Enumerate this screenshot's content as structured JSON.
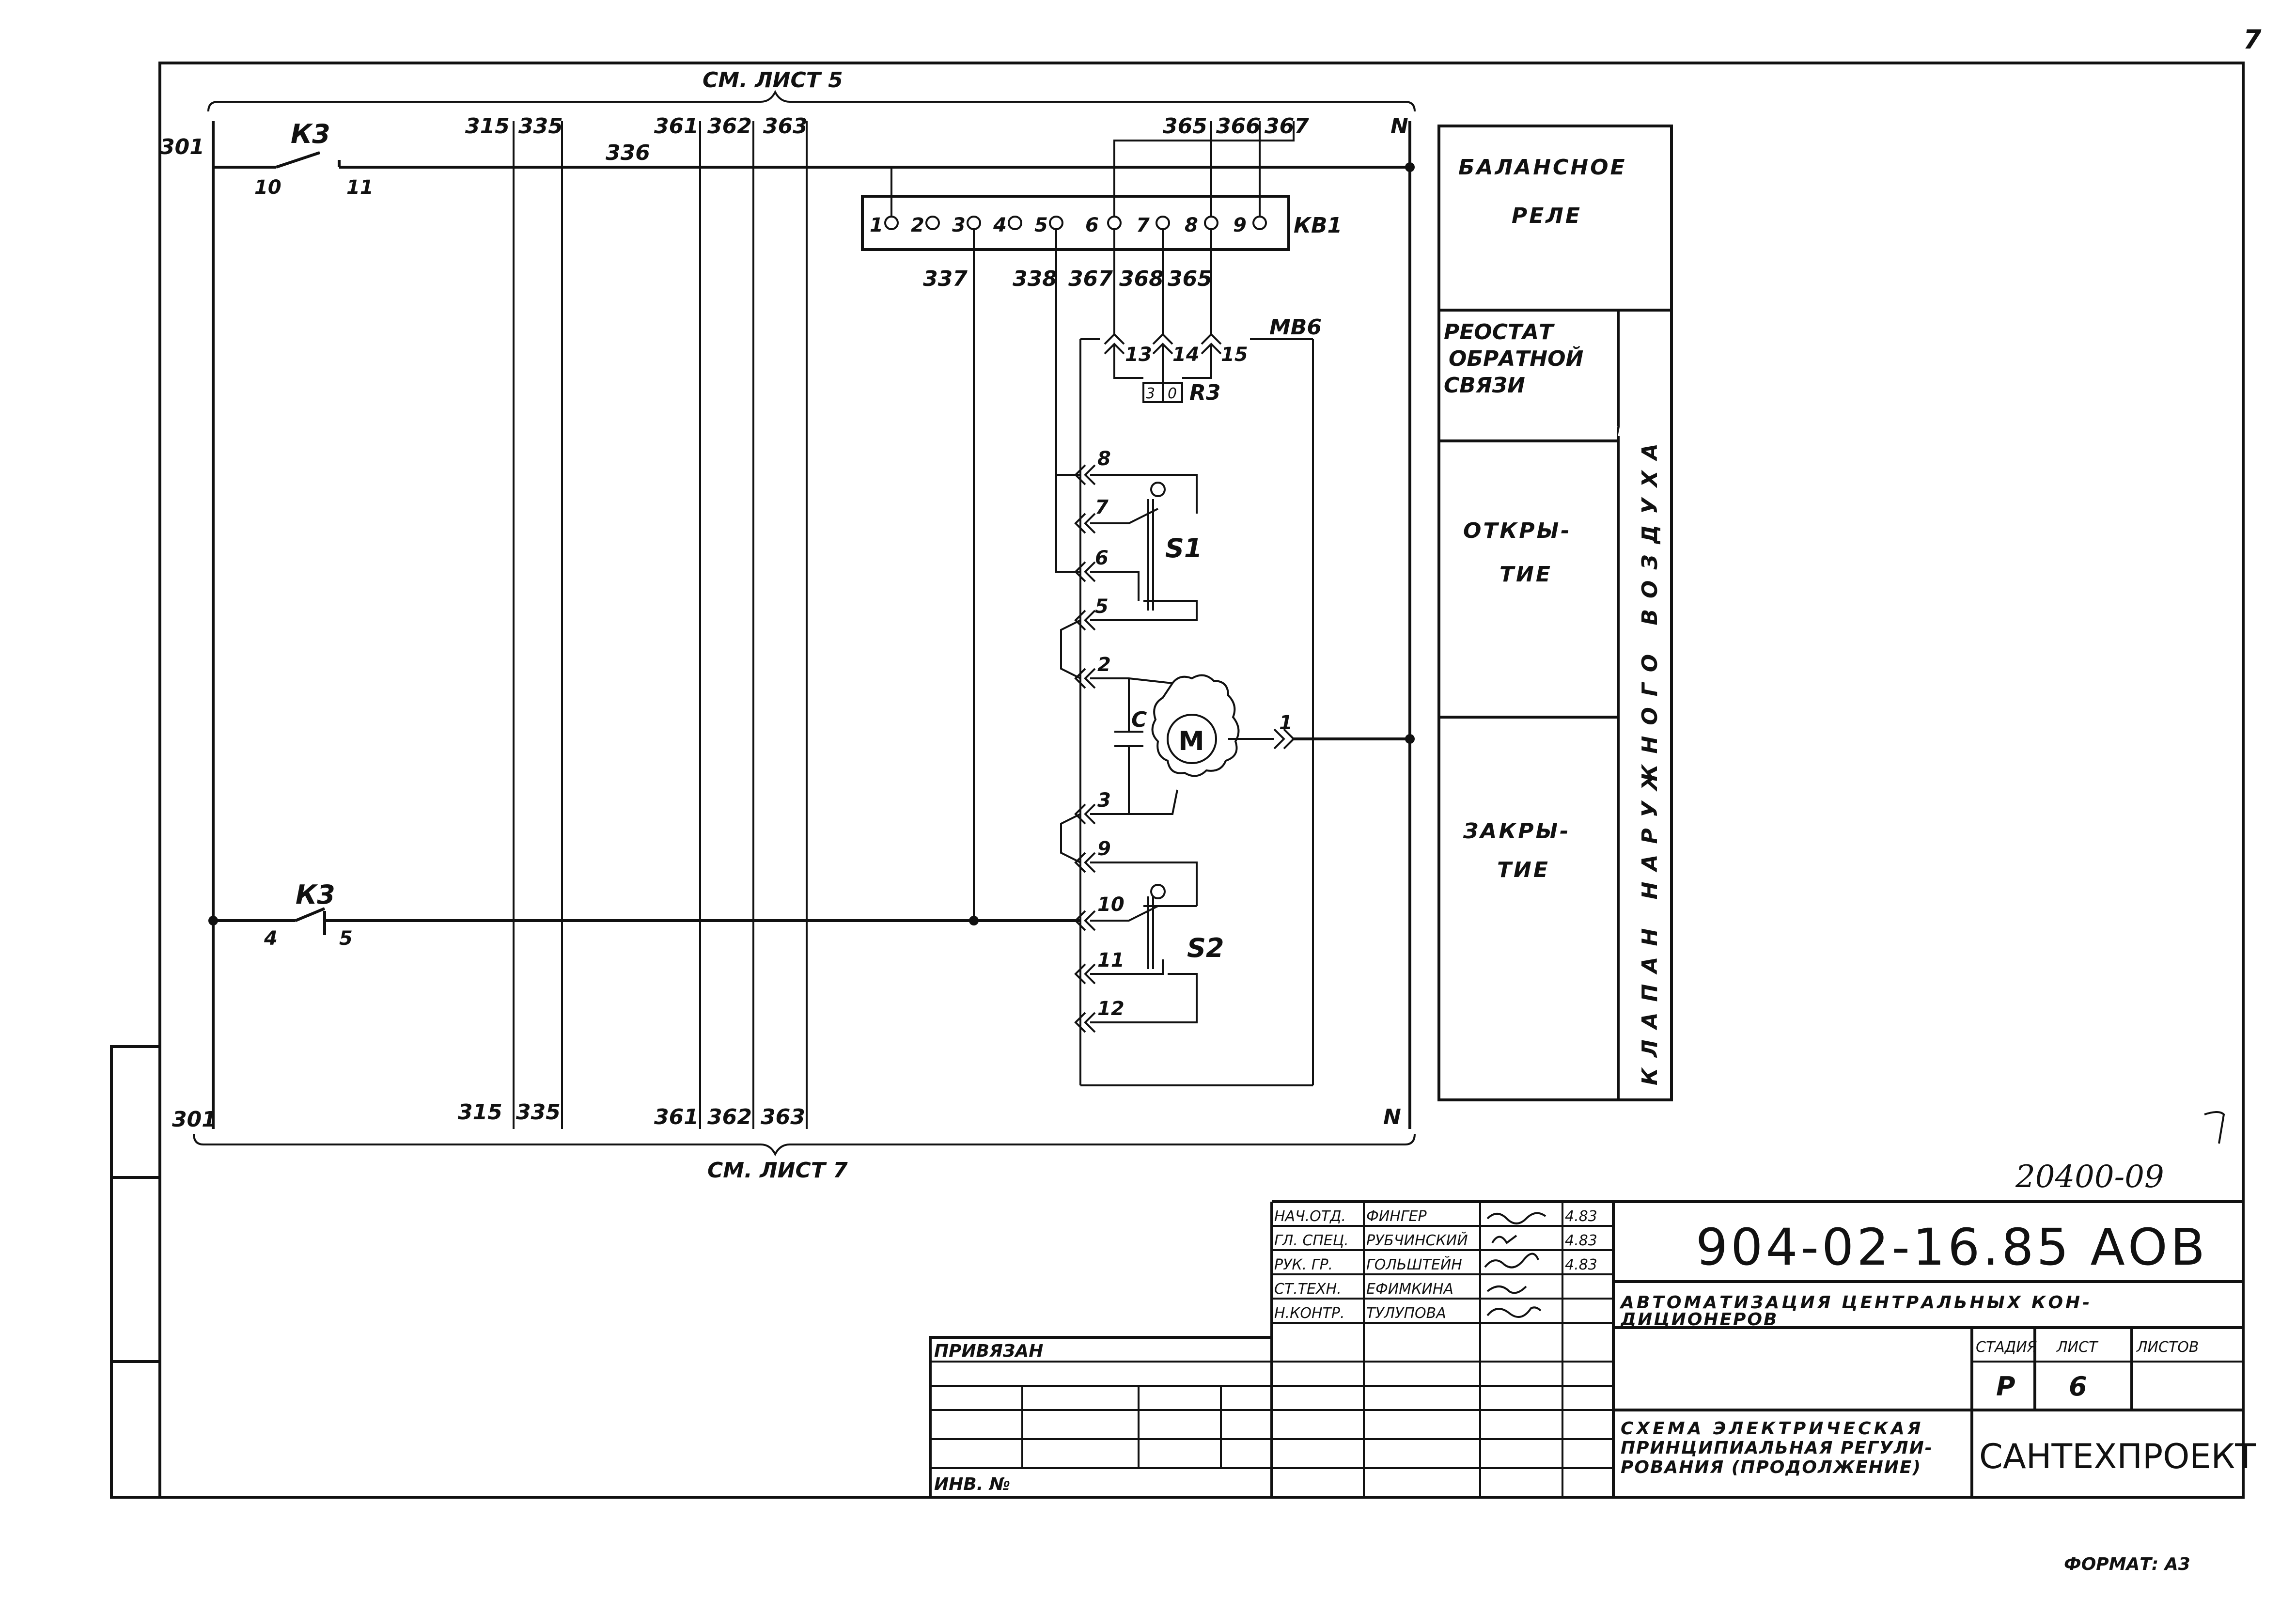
{
  "sheet_number": "7",
  "format_label": "ФОРМАТ: А3",
  "ref_top": "СМ. ЛИСТ 5",
  "ref_bottom": "СМ. ЛИСТ 7",
  "bus_top": {
    "left": "301",
    "w315": "315",
    "w335": "335",
    "w336": "336",
    "w361": "361",
    "w362": "362",
    "w363": "363",
    "w365": "365",
    "w366": "366",
    "w367": "367",
    "right": "N"
  },
  "bus_bottom": {
    "left": "301",
    "w315": "315",
    "w335": "335",
    "w361": "361",
    "w362": "362",
    "w363": "363",
    "right": "N"
  },
  "contact_top": {
    "name": "К3",
    "pin_a": "10",
    "pin_b": "11"
  },
  "contact_bottom": {
    "name": "К3",
    "pin_a": "4",
    "pin_b": "5"
  },
  "terminal_block": {
    "name": "КВ1",
    "terminals": [
      "1",
      "2",
      "3",
      "4",
      "5",
      "6",
      "7",
      "8",
      "9"
    ],
    "wires_below": [
      "337",
      "338",
      "367",
      "368",
      "365"
    ]
  },
  "motor_unit": {
    "name": "МВ6",
    "pins_top": [
      "13",
      "14",
      "15"
    ],
    "resistor": {
      "name": "R3",
      "mark_left": "3",
      "mark_right": "0"
    },
    "switch_open": {
      "name": "S1",
      "pins": [
        "8",
        "7",
        "6",
        "5"
      ]
    },
    "pins_mid": [
      "2",
      "3",
      "9"
    ],
    "capacitor": "С",
    "motor": "М",
    "motor_pin": "1",
    "switch_close": {
      "name": "S2",
      "pins": [
        "10",
        "11",
        "12"
      ]
    }
  },
  "side_table": {
    "balance_relay": "БАЛАНСНОЕ РЕЛЕ",
    "feedback_rheostat": "РЕОСТАТ ОБРАТНОЙ СВЯЗИ",
    "open": "ОТКРЫ- ТИЕ",
    "close": "ЗАКРЫ- ТИЕ",
    "valve_label": "КЛАПАН НАРУЖНОГО ВОЗДУХА"
  },
  "inventory_mark": "20400-09",
  "title_block": {
    "roles": [
      {
        "role": "НАЧ.ОТД.",
        "name": "ФИНГЕР",
        "date": "4.83"
      },
      {
        "role": "ГЛ. СПЕЦ.",
        "name": "РУБЧИНСКИЙ",
        "date": "4.83"
      },
      {
        "role": "РУК. ГР.",
        "name": "ГОЛЬШТЕЙН",
        "date": "4.83"
      },
      {
        "role": "СТ.ТЕХН.",
        "name": "ЕФИМКИНА",
        "date": ""
      },
      {
        "role": "Н.КОНТР.",
        "name": "ТУЛУПОВА",
        "date": ""
      }
    ],
    "designation": "904-02-16.85 АОВ",
    "project_title_1": "АВТОМАТИЗАЦИЯ ЦЕНТРАЛЬНЫХ КОН-",
    "project_title_2": "ДИЦИОНЕРОВ",
    "stage_header": "СТАДИЯ",
    "sheet_header": "ЛИСТ",
    "sheets_header": "ЛИСТОВ",
    "stage": "Р",
    "sheet": "6",
    "sheets": "",
    "doc_title_1": "СХЕМА ЭЛЕКТРИЧЕСКАЯ",
    "doc_title_2": "ПРИНЦИПИАЛЬНАЯ РЕГУЛИ-",
    "doc_title_3": "РОВАНИЯ (ПРОДОЛЖЕНИЕ)",
    "organization": "САНТЕХПРОЕКТ",
    "bound": "ПРИВЯЗАН",
    "inv_no": "ИНВ. №"
  }
}
